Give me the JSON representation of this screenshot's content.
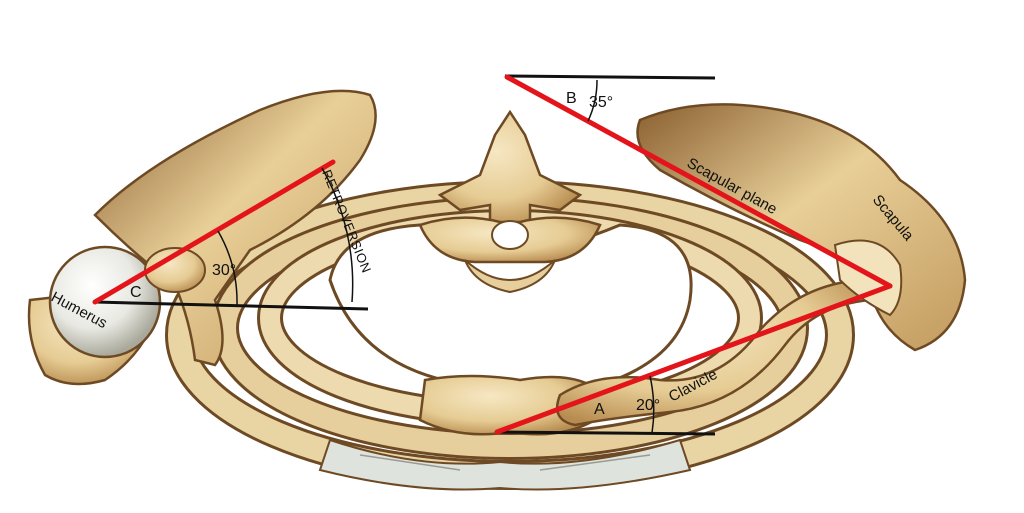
{
  "labels": {
    "point_a": "A",
    "point_b": "B",
    "point_c": "C",
    "angle_a": "20°",
    "angle_b": "35°",
    "angle_c": "30°",
    "humerus": "Humerus",
    "scapula": "Scapula",
    "scapular_plane": "Scapular plane",
    "clavicle": "Clavicle",
    "retroversion": "RETROVERSION"
  },
  "colors": {
    "background": "#ffffff",
    "bone": "#e9d4a4",
    "bone_shadow": "#b48a4f",
    "bone_outline": "#6e4a24",
    "cartilage": "#dfe3de",
    "axis_line": "#e3151b",
    "reference_line": "#111111"
  }
}
